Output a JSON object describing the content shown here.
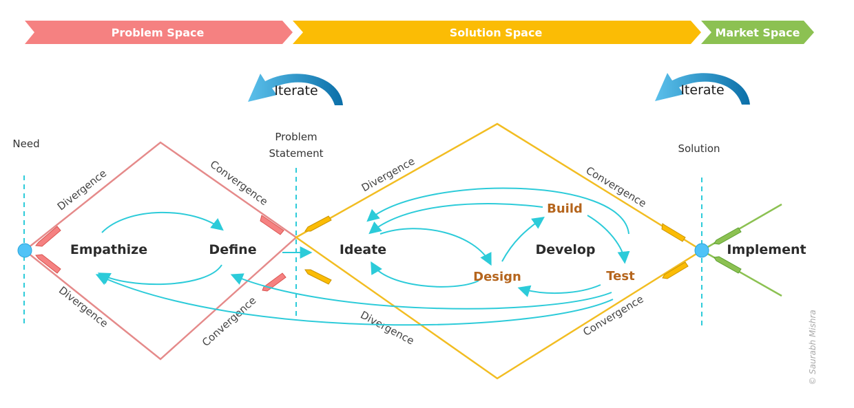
{
  "banners": {
    "problem": "Problem Space",
    "solution": "Solution Space",
    "market": "Market Space"
  },
  "iterate": [
    "Iterate",
    "Iterate"
  ],
  "markers": {
    "need": "Need",
    "problem_statement": [
      "Problem",
      "Statement"
    ],
    "solution": "Solution"
  },
  "edges": {
    "p_upper_left": "Divergence",
    "p_upper_right": "Convergence",
    "p_lower_left": "Divergence",
    "p_lower_right": "Convergence",
    "s_upper_left": "Divergence",
    "s_upper_right": "Convergence",
    "s_lower_left": "Divergence",
    "s_lower_right": "Convergence"
  },
  "stages": {
    "empathize": "Empathize",
    "define": "Define",
    "ideate": "Ideate",
    "develop": "Develop",
    "implement": "Implement"
  },
  "substages": {
    "build": "Build",
    "design": "Design",
    "test": "Test"
  },
  "credit": "© Saurabh Mishra",
  "colors": {
    "problem": "#f58181",
    "solution": "#fbbc05",
    "market": "#8cc152",
    "flow": "#2ccbd9",
    "iterate": "#1b8fc8",
    "node": "#4fc3f7",
    "substage": "#b5651d"
  }
}
